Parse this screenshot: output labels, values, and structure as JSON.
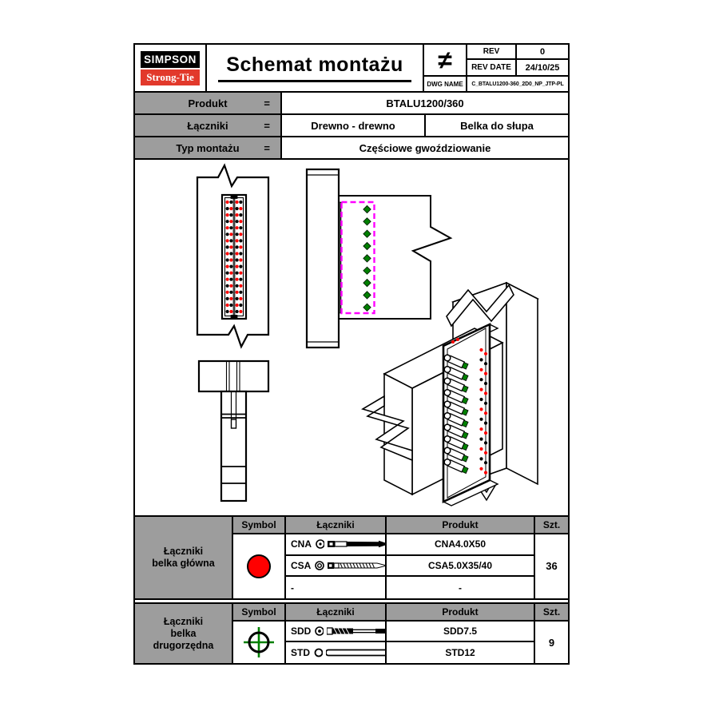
{
  "header": {
    "logo_line1": "SIMPSON",
    "logo_line2": "Strong-Tie",
    "title": "Schemat montażu",
    "not_equal_symbol": "≠",
    "rev": {
      "label": "REV",
      "value": "0"
    },
    "rev_date": {
      "label": "REV DATE",
      "value": "24/10/25"
    },
    "dwg": {
      "label": "DWG NAME",
      "value": "C_BTALU1200-360_2D0_NP_JTP-PL"
    }
  },
  "product_info": {
    "produkt": {
      "label": "Produkt",
      "eq": "=",
      "value": "BTALU1200/360"
    },
    "laczniki": {
      "label": "Łączniki",
      "eq": "=",
      "value1": "Drewno - drewno",
      "value2": "Belka do słupa"
    },
    "typ": {
      "label": "Typ montażu",
      "eq": "=",
      "value": "Częściowe gwoździowanie"
    }
  },
  "bom": {
    "main": {
      "group_lines": [
        "Łączniki",
        "belka główna"
      ],
      "col_symbol": "Symbol",
      "col_laczniki": "Łączniki",
      "col_produkt": "Produkt",
      "col_qty": "Szt.",
      "rows": [
        {
          "code": "CNA",
          "product": "CNA4.0X50"
        },
        {
          "code": "CSA",
          "product": "CSA5.0X35/40"
        },
        {
          "code": "-",
          "product": "-"
        }
      ],
      "qty": "36"
    },
    "secondary": {
      "group_lines": [
        "Łączniki",
        "belka",
        "drugorzędna"
      ],
      "col_symbol": "Symbol",
      "col_laczniki": "Łączniki",
      "col_produkt": "Produkt",
      "col_qty": "Szt.",
      "rows": [
        {
          "code": "SDD",
          "product": "SDD7.5"
        },
        {
          "code": "STD",
          "product": "STD12"
        }
      ],
      "qty": "9"
    }
  },
  "drawing": {
    "front_view": {
      "hole_cols": 4,
      "hole_rows": 18
    },
    "side_view": {
      "fastener_count": 9
    },
    "iso_view": {
      "screw_count": 10,
      "hole_pairs": 13
    }
  },
  "colors": {
    "installed": "#ff0000",
    "empty_hole": "#000000",
    "secondary_fastener": "#008000",
    "connector_outline": "#ff00ff",
    "table_gray": "#9d9d9d",
    "logo_red": "#e2392b"
  }
}
